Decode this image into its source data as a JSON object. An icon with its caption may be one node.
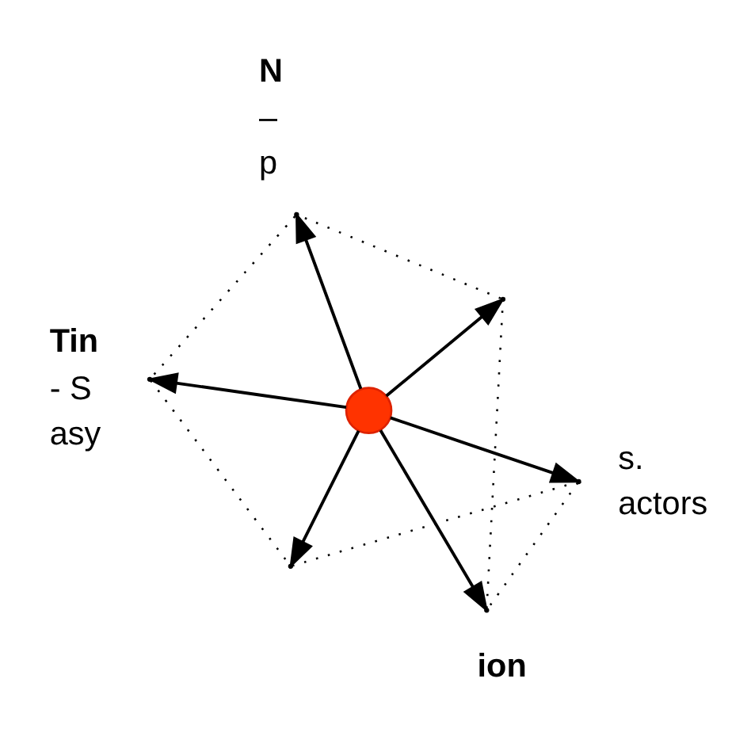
{
  "diagram": {
    "nodes": [
      {
        "text": [],
        "shape": "circle"
      },
      {
        "text": [],
        "shape": "point"
      },
      {
        "text": [],
        "shape": "point"
      },
      {
        "text": [],
        "shape": "point"
      },
      {
        "text": [],
        "shape": "point"
      },
      {
        "text": [],
        "shape": "point"
      },
      {
        "text": [],
        "shape": "point"
      }
    ],
    "edges": [
      {
        "from": 0,
        "to": 1,
        "arrow": "to"
      },
      {
        "from": 0,
        "to": 2,
        "arrow": "to"
      },
      {
        "from": 0,
        "to": 3,
        "arrow": "to"
      },
      {
        "from": 0,
        "to": 4,
        "arrow": "to"
      },
      {
        "from": 0,
        "to": 5,
        "arrow": "to"
      },
      {
        "from": 0,
        "to": 6,
        "arrow": "to"
      },
      {
        "from": 1,
        "to": 3,
        "arrow": "none",
        "style": "dashed"
      },
      {
        "from": 3,
        "to": 5,
        "arrow": "none",
        "style": "dashed"
      },
      {
        "from": 5,
        "to": 6,
        "arrow": "none",
        "style": "dashed"
      },
      {
        "from": 6,
        "to": 4,
        "arrow": "none",
        "style": "dashed"
      },
      {
        "from": 4,
        "to": 2,
        "arrow": "none",
        "style": "dashed"
      },
      {
        "from": 2,
        "to": 1,
        "arrow": "none",
        "style": "dashed"
      }
    ],
    "labels": [
      "ion",
      "N",
      "–",
      "p",
      "s.",
      "actors",
      "Tin",
      "- S",
      "asy"
    ]
  }
}
